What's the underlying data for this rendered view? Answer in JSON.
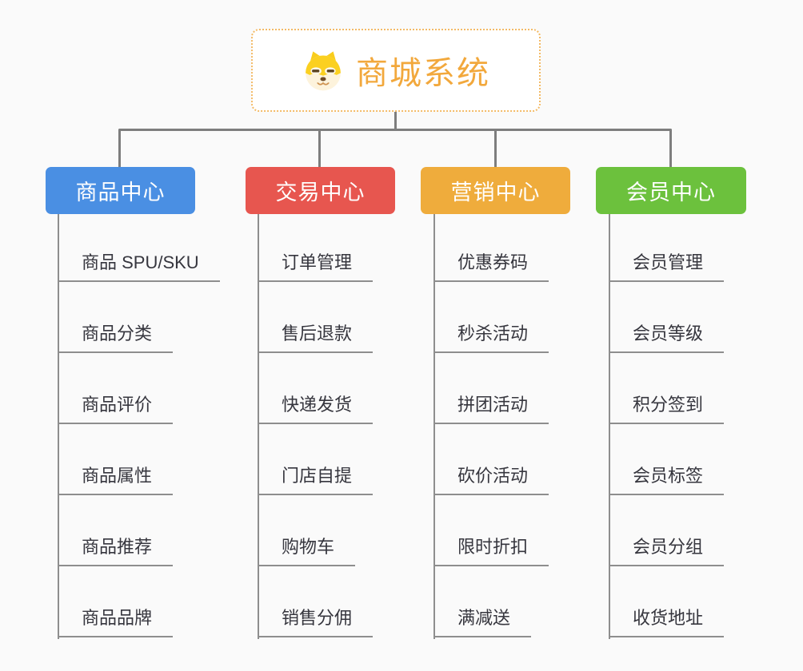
{
  "root": {
    "title": "商城系统",
    "icon": "shiba-dog-icon",
    "accent_color": "#f2a83c",
    "border_color": "#f3ba66"
  },
  "connector_color": "#7e7e7e",
  "leaf_line_color": "#8e8e8e",
  "branches": [
    {
      "label": "商品中心",
      "color": "#4a8fe3",
      "items": [
        "商品 SPU/SKU",
        "商品分类",
        "商品评价",
        "商品属性",
        "商品推荐",
        "商品品牌"
      ]
    },
    {
      "label": "交易中心",
      "color": "#e7564f",
      "items": [
        "订单管理",
        "售后退款",
        "快递发货",
        "门店自提",
        "购物车",
        "销售分佣"
      ]
    },
    {
      "label": "营销中心",
      "color": "#efac3c",
      "items": [
        "优惠券码",
        "秒杀活动",
        "拼团活动",
        "砍价活动",
        "限时折扣",
        "满减送"
      ]
    },
    {
      "label": "会员中心",
      "color": "#6cc13d",
      "items": [
        "会员管理",
        "会员等级",
        "积分签到",
        "会员标签",
        "会员分组",
        "收货地址"
      ]
    }
  ]
}
